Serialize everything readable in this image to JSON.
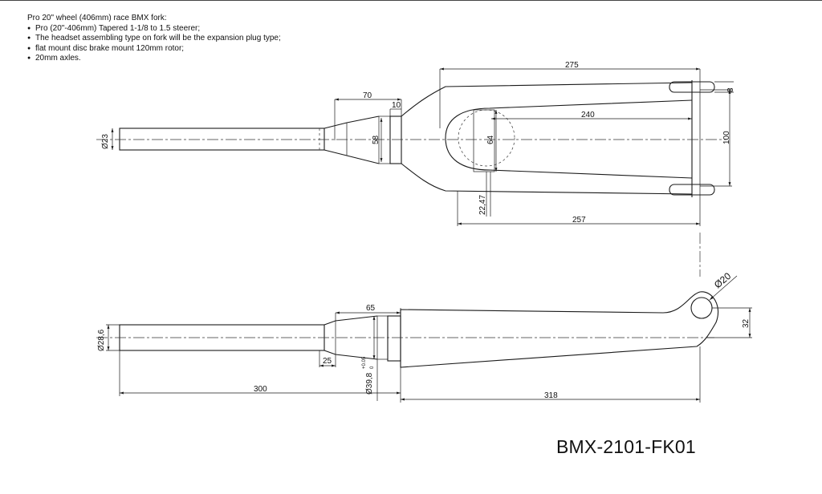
{
  "notes": {
    "heading": "Pro 20\" wheel (406mm) race BMX fork:",
    "items": [
      "Pro (20\"-406mm) Tapered 1-1/8 to 1.5 steerer;",
      "The headset assembling type on fork will be the expansion plug type;",
      "flat mount disc brake mount 120mm rotor;",
      "20mm axles."
    ]
  },
  "top_view_dims": {
    "d275": "275",
    "d70": "70",
    "d10": "10",
    "d240": "240",
    "d23": "Ø23",
    "d58": "58",
    "d64": "64",
    "d100": "100",
    "d8": "8",
    "d2247": "22,47",
    "d257": "257"
  },
  "side_view_dims": {
    "d65": "65",
    "d286": "Ø28,6",
    "d25": "25",
    "d398": "Ø39,8",
    "tol_upper": "+0.05",
    "tol_lower": "0",
    "d300": "300",
    "d318": "318",
    "d20": "Ø20",
    "d32": "32"
  },
  "part_number": "BMX-2101-FK01"
}
